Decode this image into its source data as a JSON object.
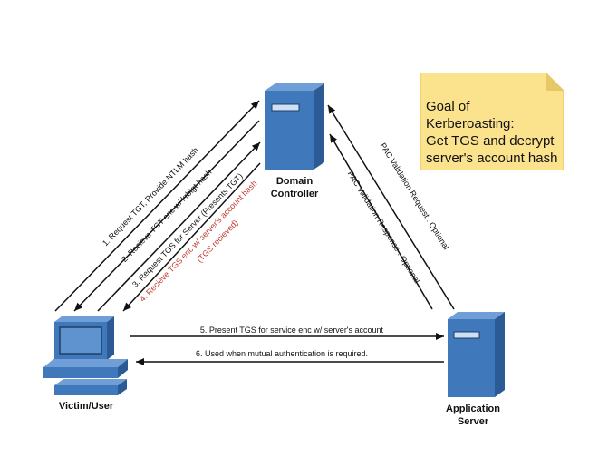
{
  "note": {
    "lines": [
      "Goal of Kerberoasting:",
      "Get TGS and decrypt",
      "server's account hash"
    ],
    "fill": "#fbe28d",
    "fold": "#e6c867"
  },
  "nodes": {
    "domain_controller": [
      "Domain",
      "Controller"
    ],
    "victim": [
      "Victim/User"
    ],
    "app_server": [
      "Application",
      "Server"
    ]
  },
  "messages": {
    "m1": "1. Request TGT, Provide NTLM hash",
    "m2": "2. Recieve TGT enc w/ krbtgt hash",
    "m3": "3. Request TGS for Server (Presents TGT)",
    "m4_line1": "4. Recieve TGS enc w/ server's account hash",
    "m4_line2": "(TGS recieved)",
    "m5": "5. Present TGS for service enc w/ server's account",
    "m6": "6. Used when mutual authentication is required.",
    "pac_req": "PAC Validation Request . Optional",
    "pac_resp": "PAC Validation Response . Optional"
  },
  "colors": {
    "server_front": "#3f78bb",
    "server_side": "#2b5a94",
    "server_top": "#6f9fd6",
    "highlight": "#c0392b",
    "line": "#111111"
  }
}
